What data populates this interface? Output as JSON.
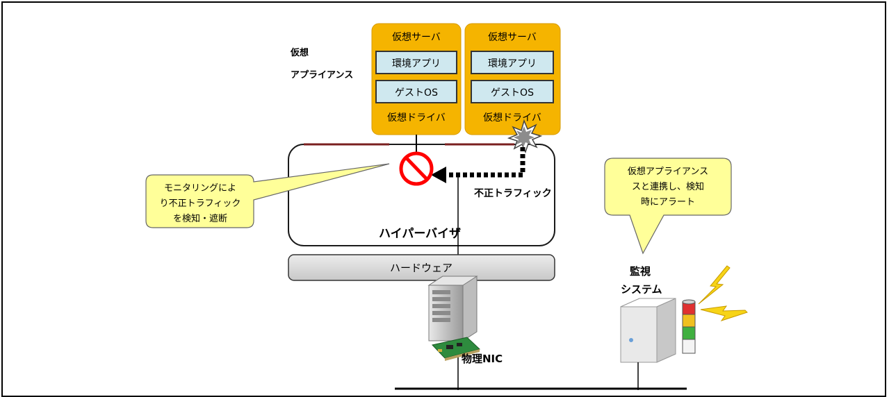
{
  "appliance_label": [
    "仮想",
    "アプライアンス"
  ],
  "servers": [
    {
      "title": "仮想サーバ",
      "app": "環境アプリ",
      "os": "ゲストOS",
      "driver": "仮想ドライバ"
    },
    {
      "title": "仮想サーバ",
      "app": "環境アプリ",
      "os": "ゲストOS",
      "driver": "仮想ドライバ"
    }
  ],
  "hypervisor_label": "ハイパーバイザ",
  "hardware_label": "ハードウェア",
  "illegal_traffic_label": "不正トラフィック",
  "monitoring_callout": [
    "モニタリングによ",
    "り不正トラフィック",
    "を検知・遮断"
  ],
  "alert_callout": [
    "仮想アプライアンス",
    "スと連携し、検知",
    "時にアラート"
  ],
  "monitoring_system_label": [
    "監視",
    "システム"
  ],
  "nic_label": "物理NIC",
  "colors": {
    "server_box": "#f5b400",
    "inner_box": "#cfe8ef",
    "callout": "#ffff99",
    "hypervisor_border": "#7a1f1f",
    "hardware_fill": "#d9d9d9"
  }
}
